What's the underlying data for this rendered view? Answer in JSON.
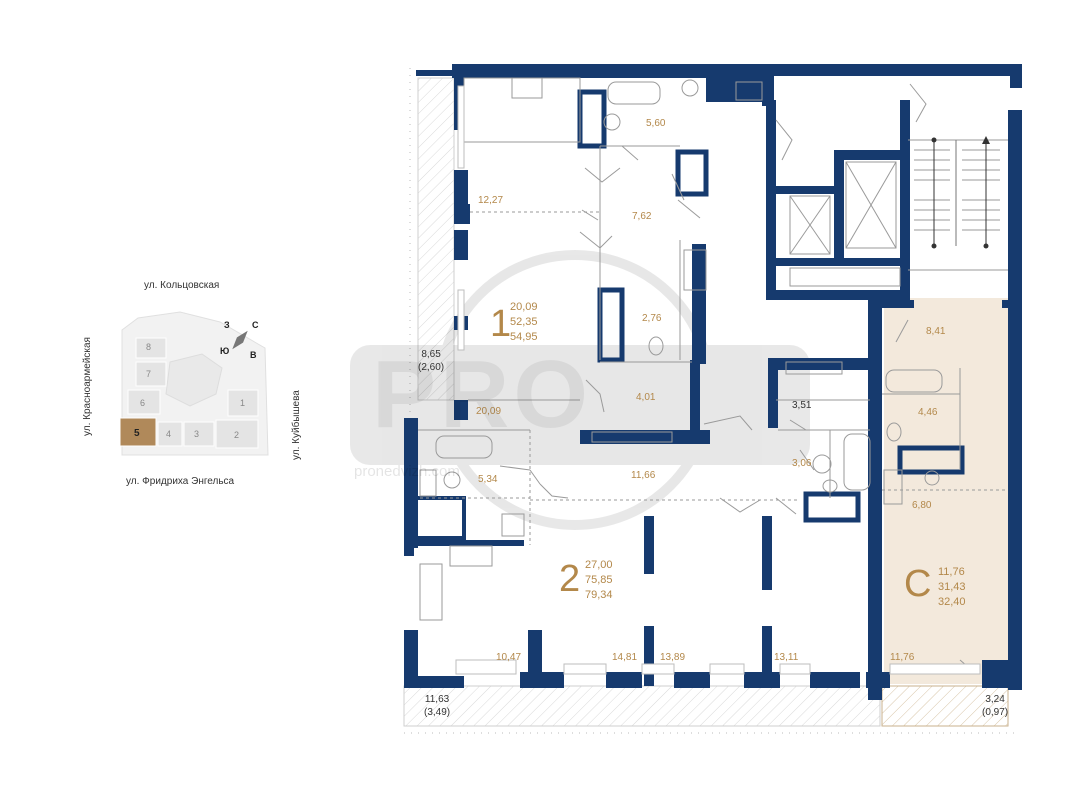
{
  "key_plan": {
    "streets": {
      "top": "ул. Кольцовская",
      "left": "ул. Красноармейская",
      "right": "ул. Куйбышева",
      "bottom": "ул. Фридриха Энгельса"
    },
    "sections": [
      "1",
      "2",
      "3",
      "4",
      "5",
      "6",
      "7",
      "8"
    ],
    "highlighted_section": "5",
    "compass": [
      "С",
      "В",
      "Ю",
      "З"
    ]
  },
  "watermark": {
    "logo": "PRO",
    "text": "pronedvizh.com"
  },
  "apartments": [
    {
      "id": "1",
      "living": "20,09",
      "total": "52,35",
      "total_with_balcony": "54,95"
    },
    {
      "id": "2",
      "living": "27,00",
      "total": "75,85",
      "total_with_balcony": "79,34"
    },
    {
      "id": "С",
      "living": "11,76",
      "total": "31,43",
      "total_with_balcony": "32,40"
    }
  ],
  "rooms": {
    "r_560": "5,60",
    "r_1227": "12,27",
    "r_762": "7,62",
    "r_2009": "20,09",
    "r_276": "2,76",
    "r_401": "4,01",
    "r_1166": "11,66",
    "r_534": "5,34",
    "r_351": "3,51",
    "r_306": "3,06",
    "r_841": "8,41",
    "r_446": "4,46",
    "r_680": "6,80",
    "r_1047": "10,47",
    "r_1481": "14,81",
    "r_1389": "13,89",
    "r_1311": "13,11",
    "r_1176": "11,76"
  },
  "balconies": {
    "left": {
      "area": "8,65",
      "reduced": "(2,60)"
    },
    "bottom": {
      "area": "11,63",
      "reduced": "(3,49)"
    },
    "right": {
      "area": "3,24",
      "reduced": "(0,97)"
    }
  },
  "colors": {
    "wall": "#163a6e",
    "accent": "#b3884a",
    "highlight_fill": "#f3e9dc"
  }
}
